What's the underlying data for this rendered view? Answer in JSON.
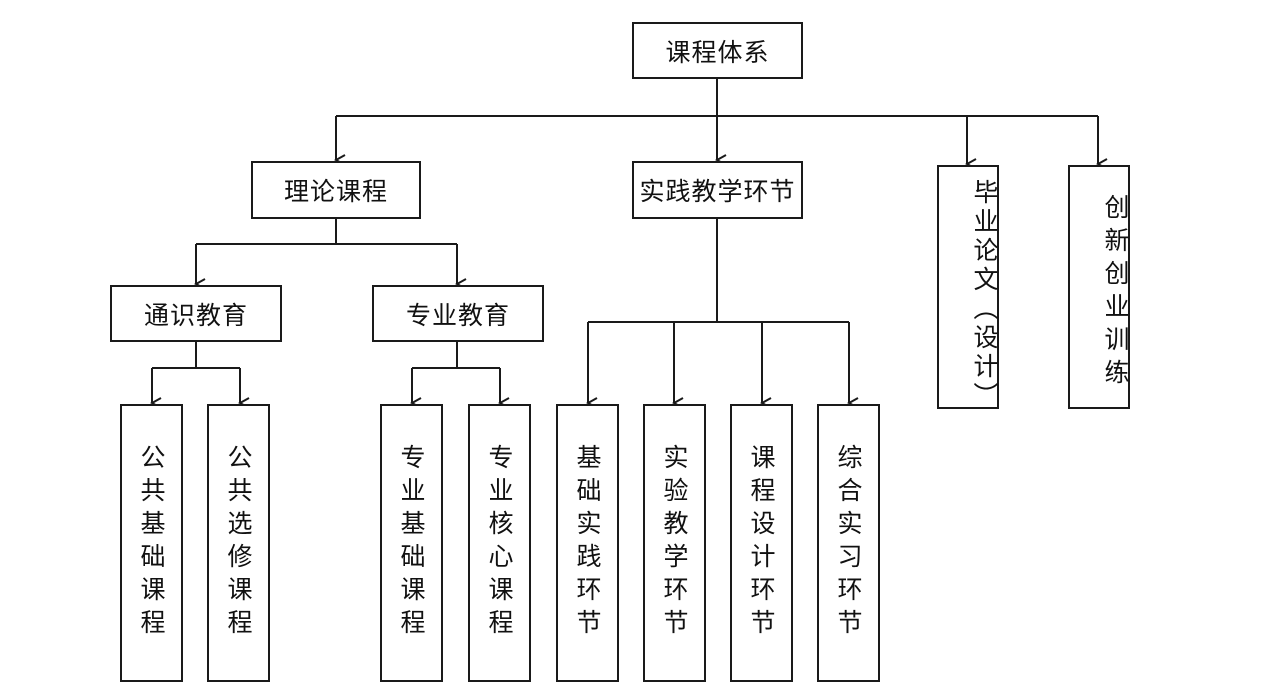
{
  "diagram": {
    "root": "课程体系",
    "theory": "理论课程",
    "practice": "实践教学环节",
    "thesis": "毕业论文（设计）",
    "innovation": "创新创业训练",
    "general_edu": "通识教育",
    "major_edu": "专业教育",
    "leaves": {
      "public_basic": "公共基础课程",
      "public_elective": "公共选修课程",
      "major_basic": "专业基础课程",
      "major_core": "专业核心课程",
      "basic_practice": "基础实践环节",
      "experiment_teaching": "实验教学环节",
      "course_design": "课程设计环节",
      "comprehensive_internship": "综合实习环节"
    }
  },
  "colors": {
    "line": "#1a1a1a",
    "box_border": "#1a1a1a",
    "background": "#ffffff"
  }
}
